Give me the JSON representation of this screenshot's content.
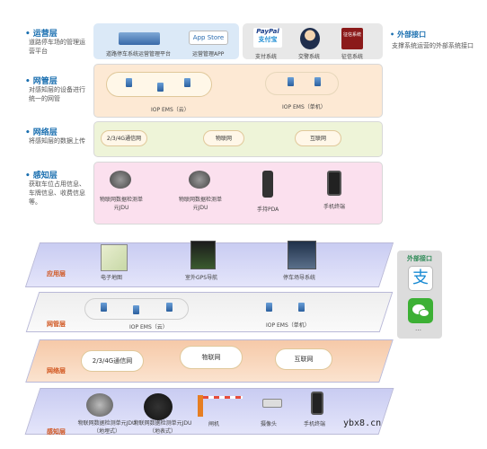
{
  "top": {
    "layers": [
      {
        "title": "运营层",
        "desc": "道路停车场的管理运营平台"
      },
      {
        "title": "网管层",
        "desc": "对感知层的设备进行统一的网管"
      },
      {
        "title": "网络层",
        "desc": "将感知层的数据上传"
      },
      {
        "title": "感知层",
        "desc": "获取车位占用信息、车牌信息、收费信息等。"
      }
    ],
    "ops": {
      "platform_label": "道路停车系统运营管理平台",
      "appstore_text": "App Store",
      "appstore_label": "运营管理APP",
      "paypal_text": "PayPal",
      "alipay_text": "支付宝",
      "pay_label": "支付系统",
      "traffic_label": "交警系统",
      "credit_label": "征信系统",
      "credit_badge": "征信系统"
    },
    "mgmt": {
      "ems_cloud": "IOP EMS（云）",
      "ems_single": "IOP EMS（单机）"
    },
    "net": {
      "cloud_a": "2/3/4G通信网",
      "cloud_b": "物联网",
      "cloud_c": "互联网"
    },
    "sense": {
      "dev1": "物联网数据检测单元JDU",
      "dev2": "物联网数据检测单元JDU",
      "dev3": "手持PDA",
      "dev4": "手机终端"
    },
    "external": {
      "title": "外部接口",
      "desc": "支撑系统运营的外部系统接口"
    }
  },
  "bottom": {
    "app": {
      "label": "应用层",
      "i1": "电子地图",
      "i2": "室外GPS导航",
      "i3": "停车场导系统"
    },
    "mgmt": {
      "label": "网管层",
      "ems_cloud": "IOP EMS（云）",
      "ems_single": "IOP EMS（单机）"
    },
    "net": {
      "label": "网络层",
      "cloud_a": "2/3/4G通信网",
      "cloud_b": "物联网",
      "cloud_c": "互联网"
    },
    "sense": {
      "label": "感知层",
      "d1": "物联网数据检测单元JDU（地埋式）",
      "d2": "物联网数据检测单元JDU（地表式）",
      "d3": "闸机",
      "d4": "摄像头",
      "d5": "手机终端"
    },
    "side": {
      "title": "外部接口",
      "more": "…"
    }
  },
  "watermark": "ybx8.cn",
  "colors": {
    "accent": "#1a6fb0",
    "orange_label": "#d0531c",
    "green": "#2e8b57"
  }
}
